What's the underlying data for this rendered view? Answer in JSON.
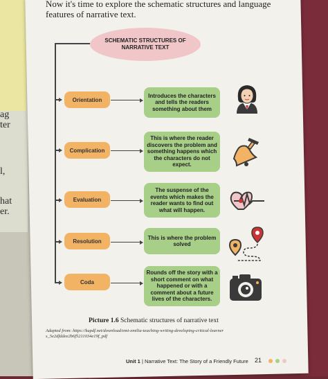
{
  "left_page_fragments": [
    "ag",
    "ter",
    "l,",
    "hat",
    "er."
  ],
  "intro": {
    "line1": "Now it's time to explore the schematic structures and language",
    "line2": "features of narrative text."
  },
  "diagram": {
    "title_line1": "SCHEMATIC STRUCTURES OF",
    "title_line2": "NARRATIVE TEXT",
    "stages": [
      {
        "label": "Orientation",
        "description": "Introduces the characters and tells the readers something about them",
        "icon": "character-portrait-icon"
      },
      {
        "label": "Complication",
        "description": "This is where the reader discovers the problem and something happens which the characters do not expect.",
        "icon": "bell-icon"
      },
      {
        "label": "Evaluation",
        "description": "The suspense of the events which makes the reader wants to find out what will happen.",
        "icon": "heartbeat-icon"
      },
      {
        "label": "Resolution",
        "description": "This is where the problem solved",
        "icon": "map-route-icon"
      },
      {
        "label": "Coda",
        "description": "Rounds off the story with a short comment on what happened or with a comment about a future lives of the characters.",
        "icon": "camera-icon"
      }
    ]
  },
  "caption": {
    "number": "Picture 1.6",
    "text": "Schematic structures of narrative text"
  },
  "source": {
    "line1": "Adapted from: https://kupdf.net/download/emi-emilia-teaching-writing-developing-critical-learner",
    "line2": "s_5e2dfddee2b6f5211034e19f_pdf"
  },
  "footer": {
    "unit": "Unit 1",
    "title": "Narrative Text: The Story of a Friendly Future",
    "page": "21"
  },
  "colors": {
    "label": "#f2b365",
    "description": "#a8cf88",
    "title_oval": "#f0c6c8",
    "dot1": "#f2b365",
    "dot2": "#a8cf88",
    "dot3": "#f0c6c8"
  }
}
